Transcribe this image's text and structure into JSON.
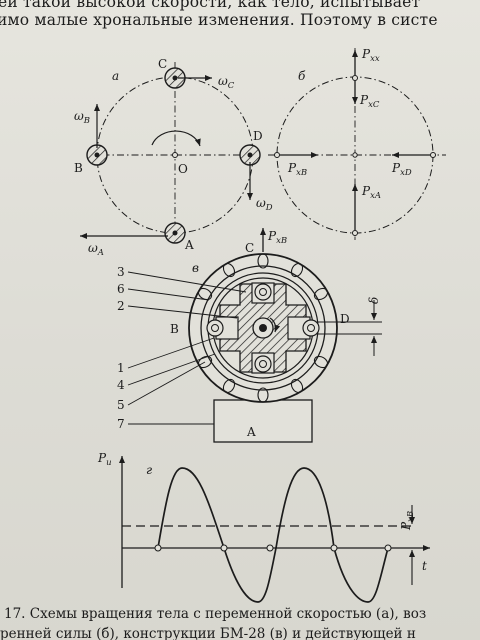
{
  "text": {
    "line1": "ей такой высокой скорости, как тело, испытывает",
    "line2": "имо малые хрональные изменения. Поэтому в систе",
    "caption1": "17. Схемы вращения тела с переменной скоростью (а), воз",
    "caption2": "ренней силы (б), конструкции БМ-28 (в) и действующей н"
  },
  "fig_a": {
    "label": "а",
    "points": {
      "C": "C",
      "B": "B",
      "D": "D",
      "A": "A",
      "O": "O"
    },
    "omega": {
      "symbol": "ω",
      "c": "C",
      "b": "B",
      "d": "D",
      "a": "A"
    }
  },
  "fig_b": {
    "label": "б",
    "forces": [
      {
        "main": "P",
        "sub": "xx"
      },
      {
        "main": "P",
        "sub": "xC"
      },
      {
        "main": "P",
        "sub": "xB"
      },
      {
        "main": "P",
        "sub": "xD"
      },
      {
        "main": "P",
        "sub": "xA"
      }
    ]
  },
  "fig_v": {
    "label": "в",
    "top_force": {
      "main": "P",
      "sub": "xB"
    },
    "letters": {
      "C": "C",
      "B": "B",
      "D": "D",
      "A": "A"
    },
    "delta": "δ",
    "numbers": [
      "3",
      "6",
      "2",
      "1",
      "4",
      "5",
      "7"
    ]
  },
  "fig_g": {
    "label": "г",
    "y_axis": {
      "main": "P",
      "sub": "u"
    },
    "x_axis": "t",
    "level": {
      "main": "P",
      "sub": "xB"
    }
  }
}
